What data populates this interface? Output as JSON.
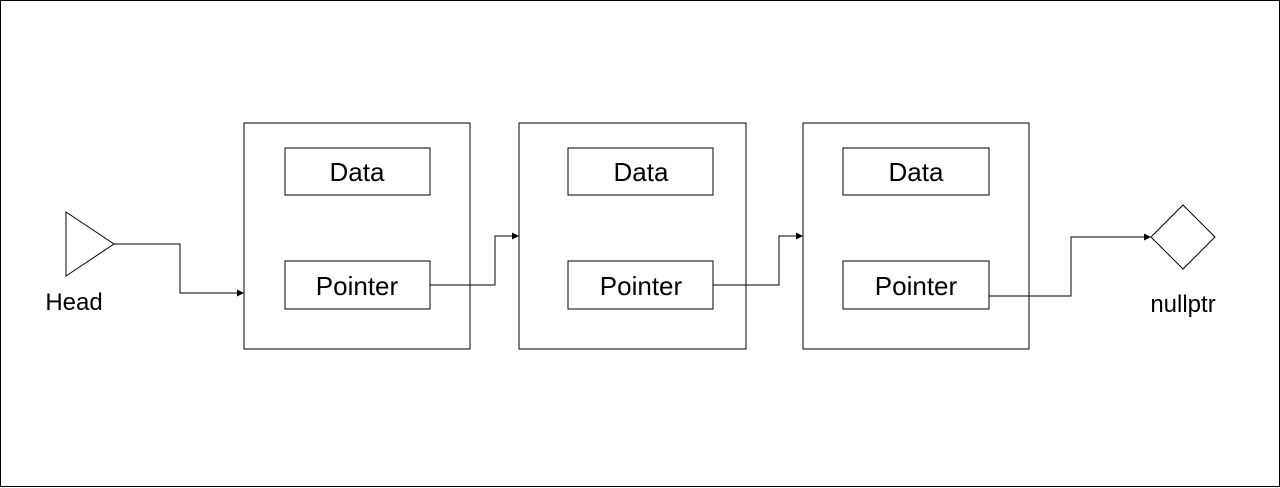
{
  "diagram": {
    "head_label": "Head",
    "null_label": "nullptr",
    "nodes": [
      {
        "data_label": "Data",
        "pointer_label": "Pointer"
      },
      {
        "data_label": "Data",
        "pointer_label": "Pointer"
      },
      {
        "data_label": "Data",
        "pointer_label": "Pointer"
      }
    ]
  }
}
